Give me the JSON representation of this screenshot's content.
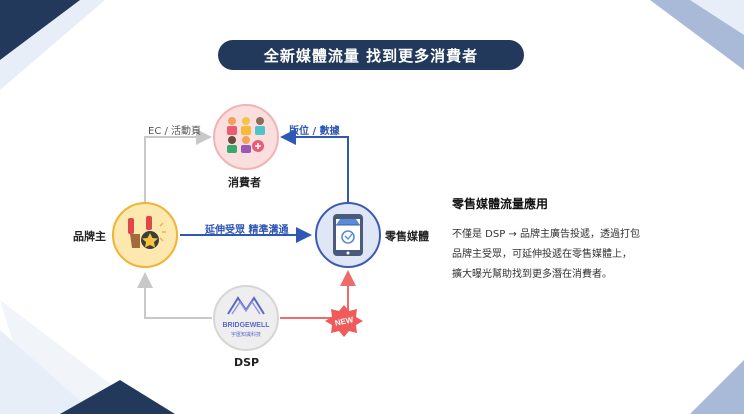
{
  "title": "全新媒體流量 找到更多消費者",
  "nodes": {
    "consumer": "消費者",
    "brand": "品牌主",
    "retail_media": "零售媒體",
    "dsp": "DSP"
  },
  "edges": {
    "brand_to_consumer": "EC / 活動頁",
    "retail_to_consumer": "版位 / 數據",
    "brand_to_retail": "延伸受眾 精準溝通",
    "new_badge": "NEW"
  },
  "dsp_logo": {
    "brand": "BRIDGEWELL",
    "sub": "宇匯知識科技"
  },
  "info": {
    "heading": "零售媒體流量應用",
    "lines": [
      "不僅是 DSP → 品牌主廣告投遞，透過打包",
      "品牌主受眾，可延伸投遞在零售媒體上，",
      "擴大曝光幫助找到更多潛在消費者。"
    ]
  },
  "colors": {
    "navy": "#23395b",
    "blue_line": "#2f57b4",
    "gray_line": "#c8c8c8",
    "red_line": "#ef6b6b",
    "consumer_circle": "#fbdede",
    "brand_circle": "#fde9b0",
    "retail_circle": "#dfe7f7",
    "dsp_circle": "#eeeeee"
  }
}
